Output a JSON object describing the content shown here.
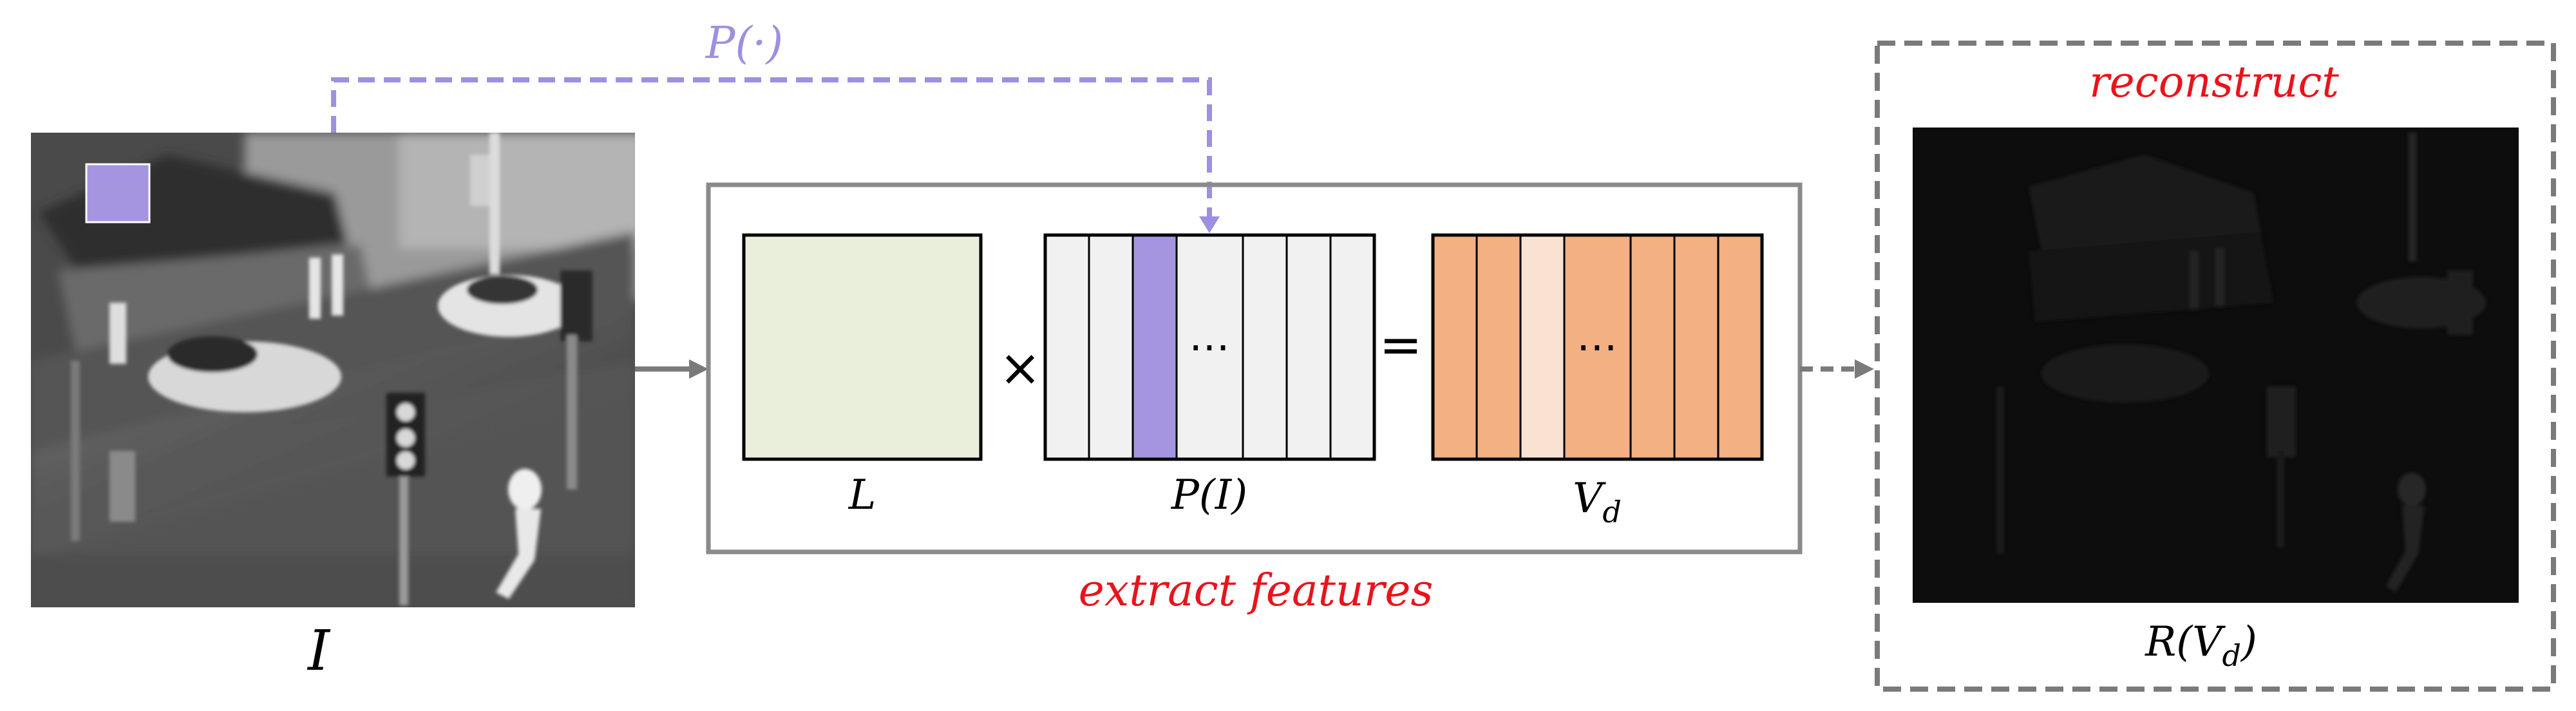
{
  "labels": {
    "projection": "P(·)",
    "input_image": "I",
    "matrix_L": "L",
    "multiply": "×",
    "projected": "P(I)",
    "equals": "=",
    "ellipsis": "⋯",
    "result": "V",
    "result_subscript": "d",
    "extract": "extract features",
    "reconstruct": "reconstruct",
    "recon_label_prefix": "R(V",
    "recon_label_subscript": "d",
    "recon_label_suffix": ")"
  },
  "colors": {
    "projection": "#9f8fe0",
    "highlight_column": "#a595e1",
    "matrix_L_fill": "#e9efda",
    "gray_column": "#f1f1f1",
    "orange_column": "#f2b083",
    "light_orange_column": "#f9e2d1",
    "frame": "#8a8a8a",
    "annotation": "#e8141b",
    "dark_image": "#0d0d0d"
  },
  "icons": {
    "input_image": "thermal-street-scene",
    "reconstructed_image": "dark-street-scene"
  }
}
